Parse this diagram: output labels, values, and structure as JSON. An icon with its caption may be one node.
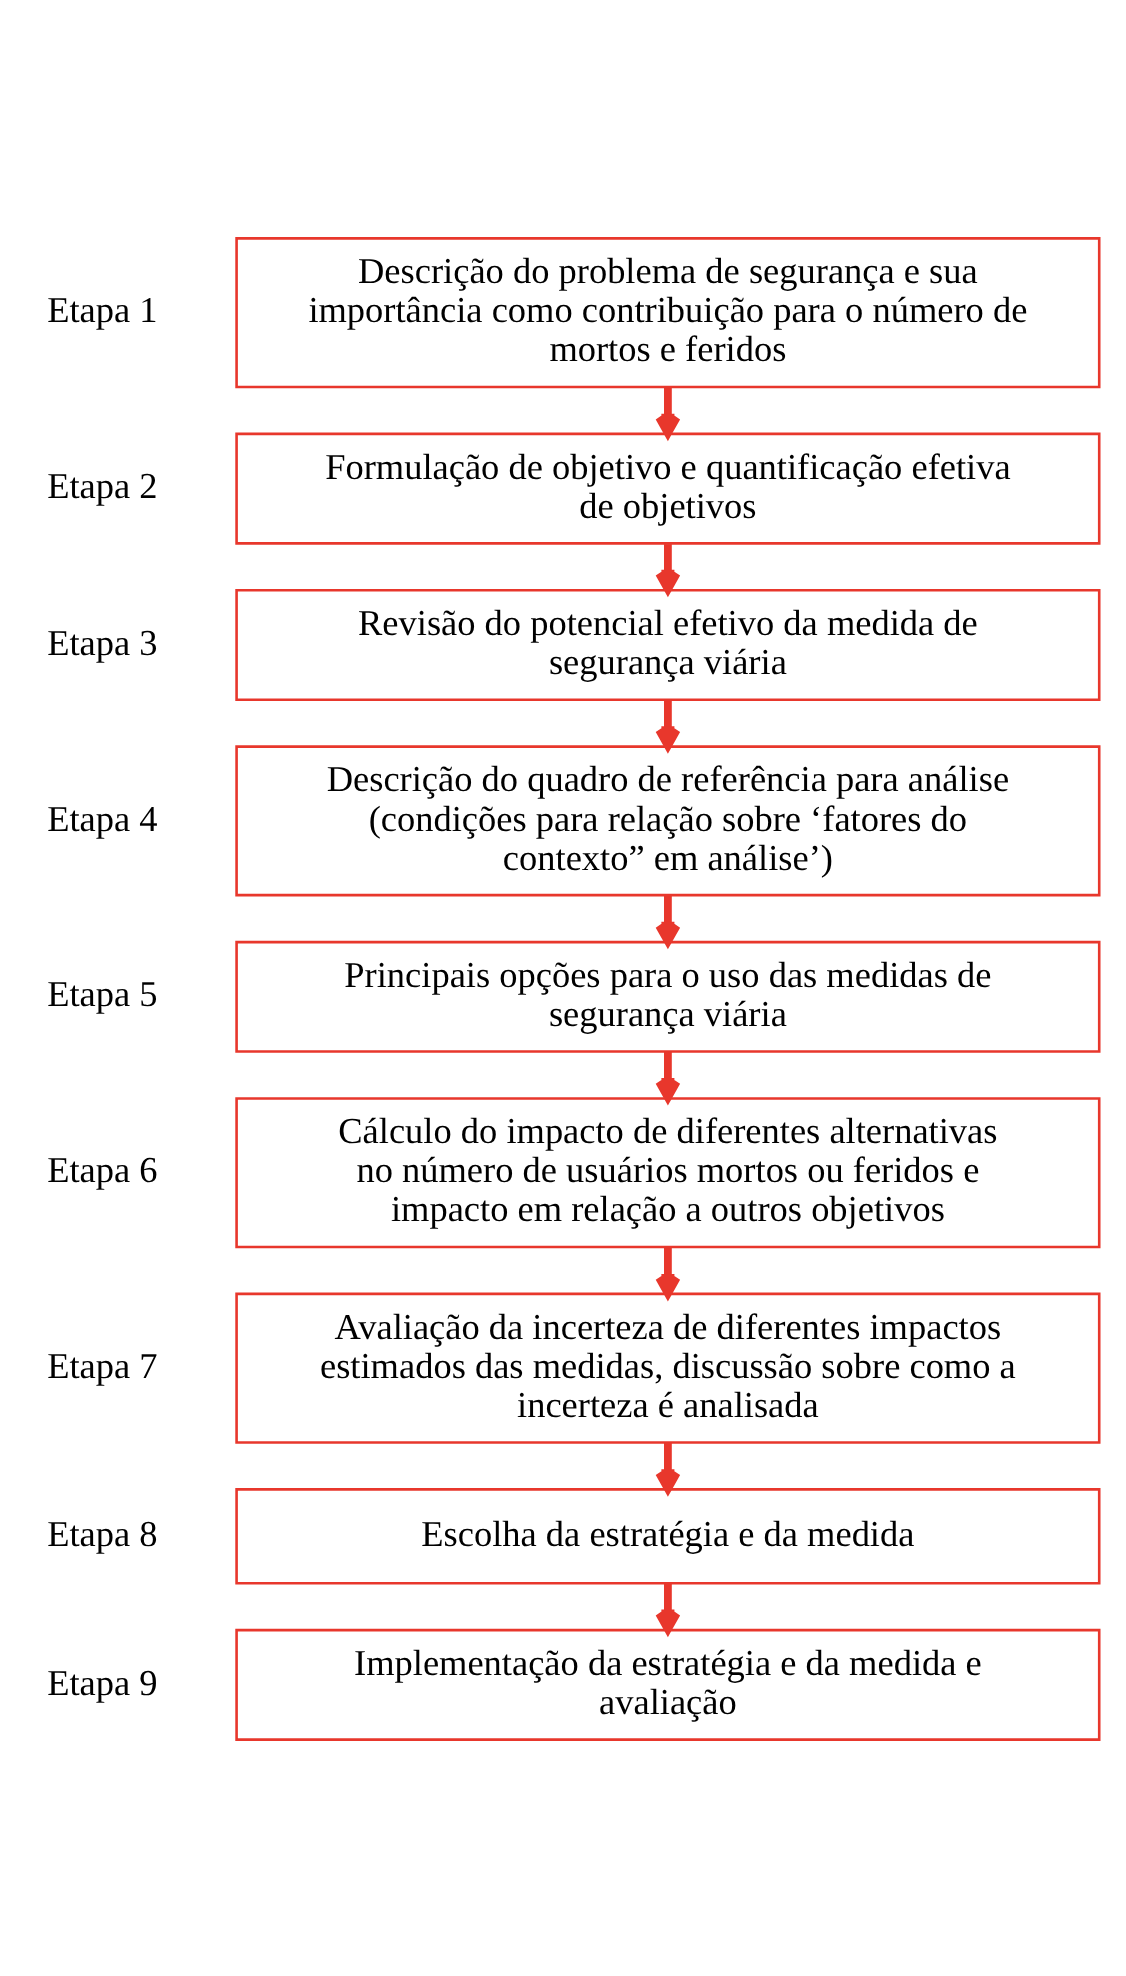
{
  "diagram": {
    "nodes": [
      {
        "text": [
          "Descrição do problema de segurança e sua importância como contribuição para o número de mortos e feridos"
        ],
        "beside": [
          "Etapa 1"
        ]
      },
      {
        "text": [
          "Formulação de objetivo e quantificação efetiva de objetivos"
        ],
        "beside": [
          "Etapa 2"
        ]
      },
      {
        "text": [
          "Revisão do potencial efetivo da medida de segurança viária"
        ],
        "beside": [
          "Etapa 3"
        ]
      },
      {
        "text": [
          "Descrição do quadro de referência para análise (condições para relação sobre ‘fatores do contexto” em análise’)"
        ],
        "beside": [
          "Etapa 4"
        ]
      },
      {
        "text": [
          "Principais opções para o uso das medidas de segurança viária"
        ],
        "beside": [
          "Etapa 5"
        ]
      },
      {
        "text": [
          "Cálculo do impacto de diferentes alternativas no número de usuários mortos ou feridos e impacto em relação a outros objetivos"
        ],
        "beside": [
          "Etapa 6"
        ]
      },
      {
        "text": [
          "Avaliação da incerteza de diferentes impactos estimados das medidas, discussão sobre como a incerteza é analisada"
        ],
        "beside": [
          "Etapa 7"
        ]
      },
      {
        "text": [
          "Escolha da estratégia e da medida"
        ],
        "beside": [
          "Etapa 8"
        ]
      },
      {
        "text": [
          "Implementação da estratégia e da medida e avaliação"
        ],
        "beside": [
          "Etapa 9"
        ]
      }
    ],
    "edges": [
      {
        "from": 0,
        "to": 1,
        "arrow": "to"
      },
      {
        "from": 1,
        "to": 2,
        "arrow": "to"
      },
      {
        "from": 2,
        "to": 3,
        "arrow": "to"
      },
      {
        "from": 3,
        "to": 4,
        "arrow": "to"
      },
      {
        "from": 4,
        "to": 5,
        "arrow": "to"
      },
      {
        "from": 5,
        "to": 6,
        "arrow": "to"
      },
      {
        "from": 6,
        "to": 7,
        "arrow": "to"
      },
      {
        "from": 7,
        "to": 8,
        "arrow": "to"
      }
    ]
  }
}
